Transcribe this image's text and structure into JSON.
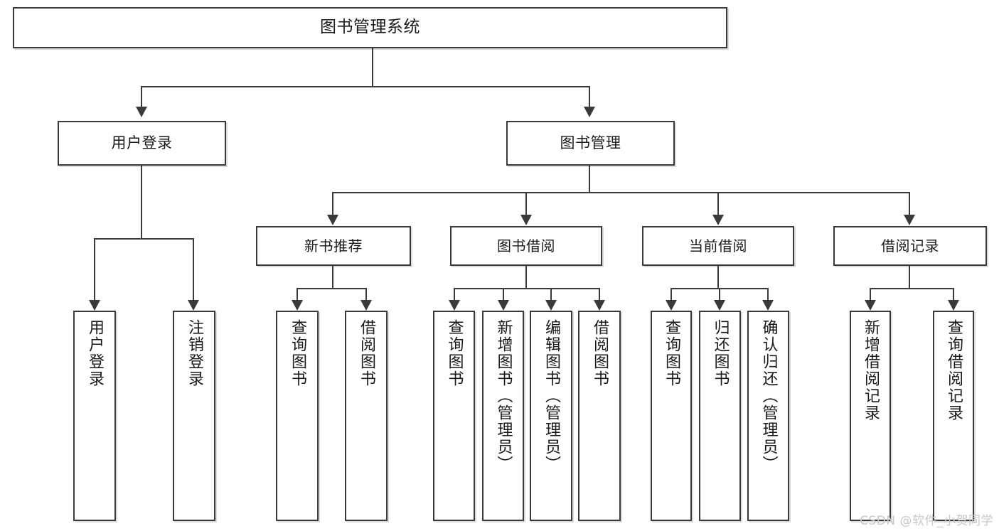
{
  "diagram": {
    "title": "图书管理系统",
    "type": "tree-hierarchy-chart",
    "root": {
      "label": "图书管理系统"
    },
    "level2": [
      {
        "label": "用户登录"
      },
      {
        "label": "图书管理"
      }
    ],
    "level3": [
      {
        "label": "新书推荐"
      },
      {
        "label": "图书借阅"
      },
      {
        "label": "当前借阅"
      },
      {
        "label": "借阅记录"
      }
    ],
    "leaves": {
      "user_login": [
        {
          "label": "用户登录"
        },
        {
          "label": "注销登录"
        }
      ],
      "new_book_recommend": [
        {
          "label": "查询图书"
        },
        {
          "label": "借阅图书"
        }
      ],
      "book_borrow": [
        {
          "label": "查询图书"
        },
        {
          "label": "新增图书（管理员）"
        },
        {
          "label": "编辑图书（管理员）"
        },
        {
          "label": "借阅图书"
        }
      ],
      "current_borrow": [
        {
          "label": "查询图书"
        },
        {
          "label": "归还图书"
        },
        {
          "label": "确认归还（管理员）"
        }
      ],
      "borrow_record": [
        {
          "label": "新增借阅记录"
        },
        {
          "label": "查询借阅记录"
        }
      ]
    }
  },
  "watermark": {
    "text": "CSDN @软件_小贺同学"
  },
  "colors": {
    "stroke": "#3a3a3a",
    "box_fill": "#ffffff",
    "text": "#1a1a1a",
    "watermark": "#c8c8c8"
  }
}
